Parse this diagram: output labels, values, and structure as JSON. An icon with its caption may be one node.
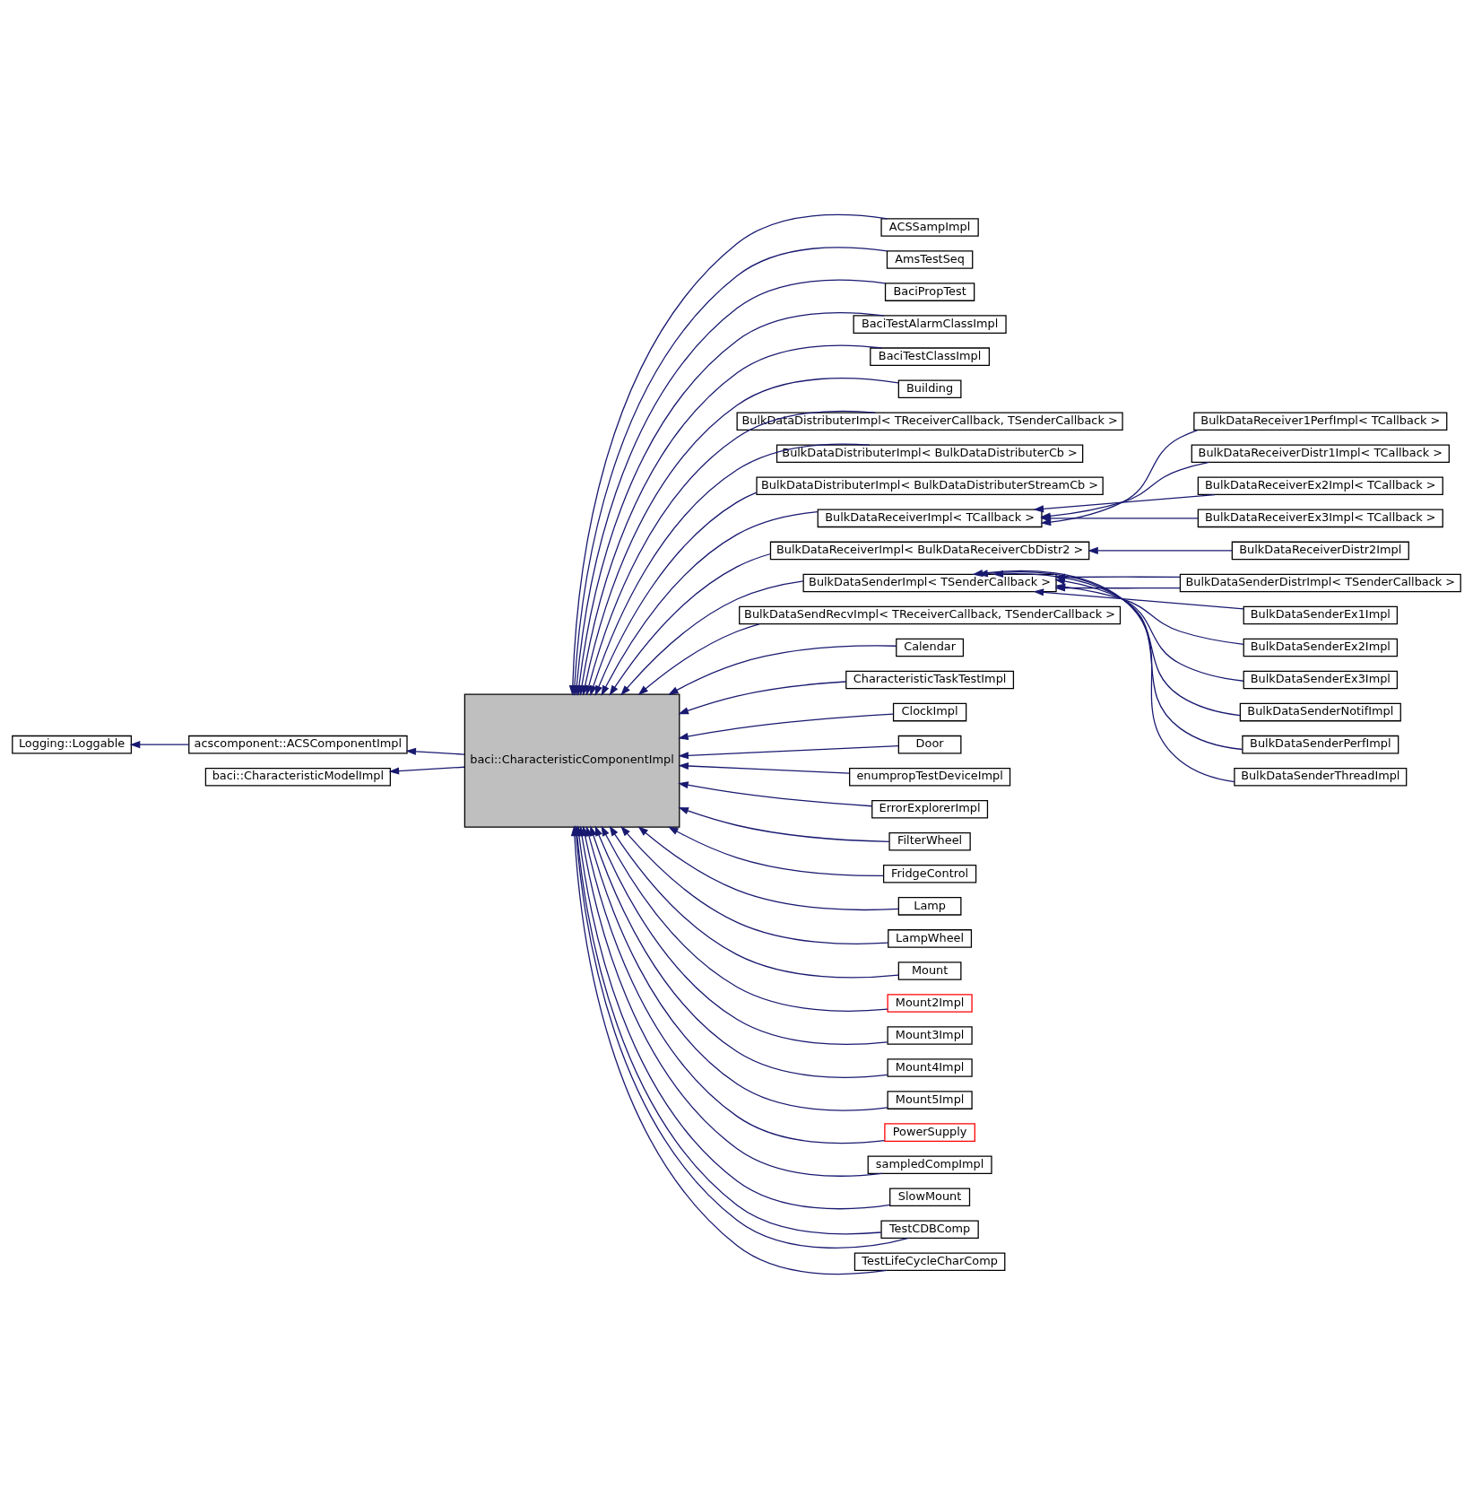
{
  "diagram": {
    "nodes": [
      {
        "text": [
          "Logging::Loggable"
        ]
      },
      {
        "text": [
          "acscomponent::ACSComponentImpl"
        ]
      },
      {
        "text": [
          "baci::CharacteristicModelImpl"
        ]
      },
      {
        "text": [
          "baci::CharacteristicComponentImpl"
        ]
      },
      {
        "text": [
          "ACSSampImpl"
        ]
      },
      {
        "text": [
          "AmsTestSeq"
        ]
      },
      {
        "text": [
          "BaciPropTest"
        ]
      },
      {
        "text": [
          "BaciTestAlarmClassImpl"
        ]
      },
      {
        "text": [
          "BaciTestClassImpl"
        ]
      },
      {
        "text": [
          "Building"
        ]
      },
      {
        "text": [
          "BulkDataDistributerImpl< TReceiverCallback, TSenderCallback >"
        ]
      },
      {
        "text": [
          "BulkDataDistributerImpl< BulkDataDistributerCb >"
        ]
      },
      {
        "text": [
          "BulkDataDistributerImpl< BulkDataDistributerStreamCb >"
        ]
      },
      {
        "text": [
          "BulkDataReceiverImpl< TCallback >"
        ]
      },
      {
        "text": [
          "BulkDataReceiverImpl< BulkDataReceiverCbDistr2 >"
        ]
      },
      {
        "text": [
          "BulkDataSenderImpl< TSenderCallback >"
        ]
      },
      {
        "text": [
          "BulkDataSendRecvImpl< TReceiverCallback, TSenderCallback >"
        ]
      },
      {
        "text": [
          "Calendar"
        ]
      },
      {
        "text": [
          "CharacteristicTaskTestImpl"
        ]
      },
      {
        "text": [
          "ClockImpl"
        ]
      },
      {
        "text": [
          "Door"
        ]
      },
      {
        "text": [
          "enumpropTestDeviceImpl"
        ]
      },
      {
        "text": [
          "ErrorExplorerImpl"
        ]
      },
      {
        "text": [
          "FilterWheel"
        ]
      },
      {
        "text": [
          "FridgeControl"
        ]
      },
      {
        "text": [
          "Lamp"
        ]
      },
      {
        "text": [
          "LampWheel"
        ]
      },
      {
        "text": [
          "Mount"
        ]
      },
      {
        "text": [
          "Mount2Impl"
        ]
      },
      {
        "text": [
          "Mount3Impl"
        ]
      },
      {
        "text": [
          "Mount4Impl"
        ]
      },
      {
        "text": [
          "Mount5Impl"
        ]
      },
      {
        "text": [
          "PowerSupply"
        ]
      },
      {
        "text": [
          "sampledCompImpl"
        ]
      },
      {
        "text": [
          "SlowMount"
        ]
      },
      {
        "text": [
          "TestCDBComp"
        ]
      },
      {
        "text": [
          "TestLifeCycleCharComp"
        ]
      },
      {
        "text": [
          "BulkDataReceiver1PerfImpl< TCallback >"
        ]
      },
      {
        "text": [
          "BulkDataReceiverDistr1Impl< TCallback >"
        ]
      },
      {
        "text": [
          "BulkDataReceiverEx2Impl< TCallback >"
        ]
      },
      {
        "text": [
          "BulkDataReceiverEx3Impl< TCallback >"
        ]
      },
      {
        "text": [
          "BulkDataReceiverDistr2Impl"
        ]
      },
      {
        "text": [
          "BulkDataSenderDistrImpl< TSenderCallback >"
        ]
      },
      {
        "text": [
          "BulkDataSenderEx1Impl"
        ]
      },
      {
        "text": [
          "BulkDataSenderEx2Impl"
        ]
      },
      {
        "text": [
          "BulkDataSenderEx3Impl"
        ]
      },
      {
        "text": [
          "BulkDataSenderNotifImpl"
        ]
      },
      {
        "text": [
          "BulkDataSenderPerfImpl"
        ]
      },
      {
        "text": [
          "BulkDataSenderThreadImpl"
        ]
      }
    ],
    "edges": [
      {
        "from": 1,
        "to": 0,
        "arrow": "to"
      },
      {
        "from": 3,
        "to": 1,
        "arrow": "to"
      },
      {
        "from": 3,
        "to": 2,
        "arrow": "to"
      },
      {
        "from": 4,
        "to": 3,
        "arrow": "to"
      },
      {
        "from": 5,
        "to": 3,
        "arrow": "to"
      },
      {
        "from": 6,
        "to": 3,
        "arrow": "to"
      },
      {
        "from": 7,
        "to": 3,
        "arrow": "to"
      },
      {
        "from": 8,
        "to": 3,
        "arrow": "to"
      },
      {
        "from": 9,
        "to": 3,
        "arrow": "to"
      },
      {
        "from": 10,
        "to": 3,
        "arrow": "to"
      },
      {
        "from": 11,
        "to": 3,
        "arrow": "to"
      },
      {
        "from": 12,
        "to": 3,
        "arrow": "to"
      },
      {
        "from": 13,
        "to": 3,
        "arrow": "to"
      },
      {
        "from": 14,
        "to": 3,
        "arrow": "to"
      },
      {
        "from": 15,
        "to": 3,
        "arrow": "to"
      },
      {
        "from": 16,
        "to": 3,
        "arrow": "to"
      },
      {
        "from": 17,
        "to": 3,
        "arrow": "to"
      },
      {
        "from": 18,
        "to": 3,
        "arrow": "to"
      },
      {
        "from": 19,
        "to": 3,
        "arrow": "to"
      },
      {
        "from": 20,
        "to": 3,
        "arrow": "to"
      },
      {
        "from": 21,
        "to": 3,
        "arrow": "to"
      },
      {
        "from": 22,
        "to": 3,
        "arrow": "to"
      },
      {
        "from": 23,
        "to": 3,
        "arrow": "to"
      },
      {
        "from": 24,
        "to": 3,
        "arrow": "to"
      },
      {
        "from": 25,
        "to": 3,
        "arrow": "to"
      },
      {
        "from": 26,
        "to": 3,
        "arrow": "to"
      },
      {
        "from": 27,
        "to": 3,
        "arrow": "to"
      },
      {
        "from": 28,
        "to": 3,
        "arrow": "to"
      },
      {
        "from": 29,
        "to": 3,
        "arrow": "to"
      },
      {
        "from": 30,
        "to": 3,
        "arrow": "to"
      },
      {
        "from": 31,
        "to": 3,
        "arrow": "to"
      },
      {
        "from": 32,
        "to": 3,
        "arrow": "to"
      },
      {
        "from": 33,
        "to": 3,
        "arrow": "to"
      },
      {
        "from": 34,
        "to": 3,
        "arrow": "to"
      },
      {
        "from": 35,
        "to": 3,
        "arrow": "to"
      },
      {
        "from": 35,
        "to": 3,
        "arrow": "to"
      },
      {
        "from": 36,
        "to": 3,
        "arrow": "to"
      },
      {
        "from": 37,
        "to": 13,
        "arrow": "to"
      },
      {
        "from": 38,
        "to": 13,
        "arrow": "to"
      },
      {
        "from": 39,
        "to": 13,
        "arrow": "to"
      },
      {
        "from": 40,
        "to": 13,
        "arrow": "to"
      },
      {
        "from": 41,
        "to": 14,
        "arrow": "to"
      },
      {
        "from": 42,
        "to": 15,
        "arrow": "to"
      },
      {
        "from": 42,
        "to": 15,
        "arrow": "to"
      },
      {
        "from": 43,
        "to": 15,
        "arrow": "to"
      },
      {
        "from": 44,
        "to": 15,
        "arrow": "to"
      },
      {
        "from": 45,
        "to": 15,
        "arrow": "to"
      },
      {
        "from": 46,
        "to": 15,
        "arrow": "to"
      },
      {
        "from": 47,
        "to": 15,
        "arrow": "to"
      },
      {
        "from": 48,
        "to": 15,
        "arrow": "to"
      }
    ]
  }
}
